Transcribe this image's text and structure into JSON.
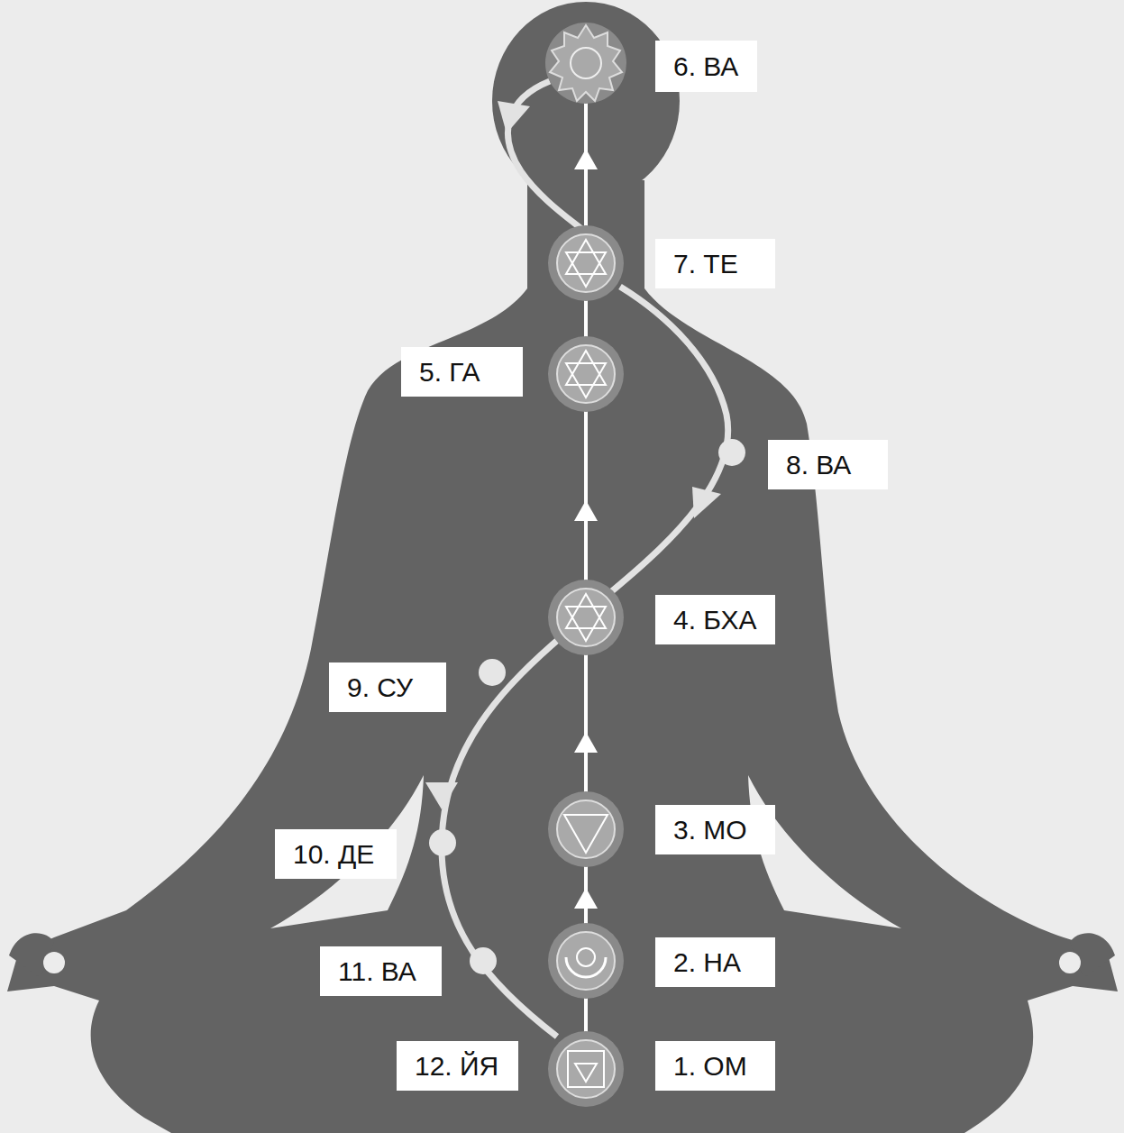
{
  "diagram": {
    "nodes": [
      {
        "text": [
          "1. ОМ"
        ]
      },
      {
        "text": [
          "2. НА"
        ]
      },
      {
        "text": [
          "3. МО"
        ]
      },
      {
        "text": [
          "4. БХА"
        ]
      },
      {
        "text": [
          "5. ГА"
        ]
      },
      {
        "text": [
          "6. ВА"
        ]
      },
      {
        "text": [
          "7. ТЕ"
        ]
      },
      {
        "text": [
          "8. ВА"
        ]
      },
      {
        "text": [
          "9. СУ"
        ]
      },
      {
        "text": [
          "10. ДЕ"
        ]
      },
      {
        "text": [
          "11. ВА"
        ]
      },
      {
        "text": [
          "12. ЙЯ"
        ]
      }
    ]
  }
}
